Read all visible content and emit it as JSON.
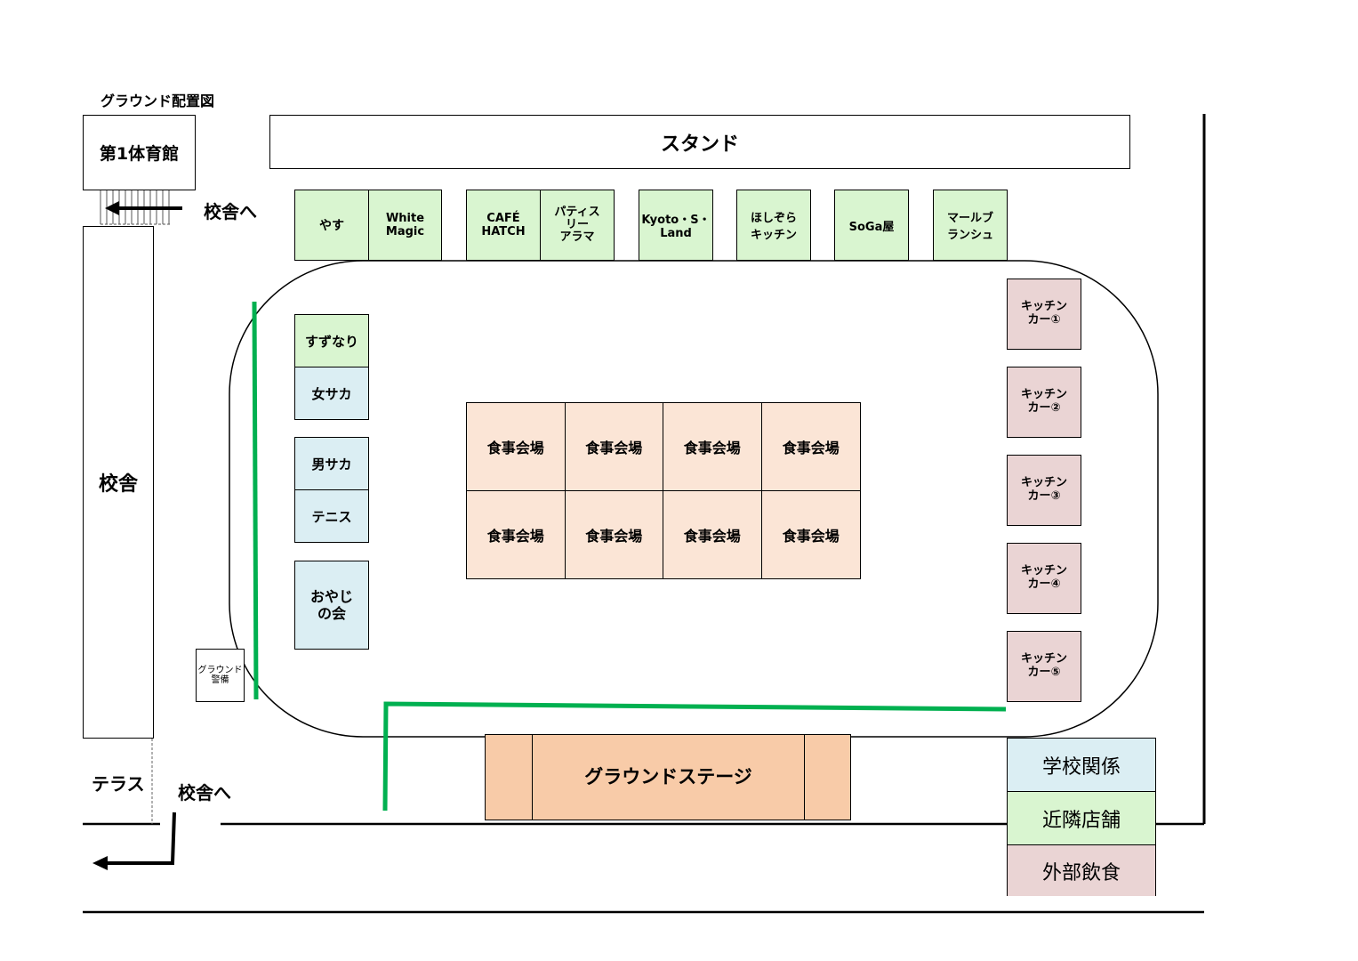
{
  "map": {
    "title": "グラウンド配置図",
    "gym": "第1体育館",
    "school_building": "校舎",
    "stand": "スタンド",
    "terrace": "テラス",
    "to_school_top": "校舎へ",
    "to_school_bottom": "校舎へ",
    "ground_guard": "グラウンド\n警備",
    "stage": "グラウンドステージ"
  },
  "top_booths": [
    {
      "label": "やす",
      "category": "local"
    },
    {
      "label": "White\nMagic",
      "category": "local"
    },
    {
      "label": "CAFÉ\nHATCH",
      "category": "local"
    },
    {
      "label": "パティス\nリー\nアラマ",
      "category": "local"
    },
    {
      "label": "Kyoto・S・\nLand",
      "category": "local"
    },
    {
      "label": "ほしぞら\nキッチン",
      "category": "local"
    },
    {
      "label": "SoGa屋",
      "category": "local"
    },
    {
      "label": "マールブ\nランシュ",
      "category": "local"
    }
  ],
  "left_booths": [
    {
      "label": "すずなり",
      "category": "local"
    },
    {
      "label": "女サカ",
      "category": "school"
    },
    {
      "label": "男サカ",
      "category": "school"
    },
    {
      "label": "テニス",
      "category": "school"
    },
    {
      "label": "おやじ\nの会",
      "category": "school"
    }
  ],
  "kitchen_cars": [
    "キッチン\nカー①",
    "キッチン\nカー②",
    "キッチン\nカー③",
    "キッチン\nカー④",
    "キッチン\nカー⑤"
  ],
  "dining_area": [
    "食事会場",
    "食事会場",
    "食事会場",
    "食事会場",
    "食事会場",
    "食事会場",
    "食事会場",
    "食事会場"
  ],
  "legend": [
    {
      "label": "学校関係",
      "color": "#dbeef3"
    },
    {
      "label": "近隣店舗",
      "color": "#d9f5d0"
    },
    {
      "label": "外部飲食",
      "color": "#ead4d4"
    }
  ],
  "colors": {
    "school": "#dbeef3",
    "local": "#d9f5d0",
    "external": "#ead4d4",
    "dining": "#fbe5d6",
    "stage": "#f8cba8",
    "route_line": "#00b050"
  }
}
